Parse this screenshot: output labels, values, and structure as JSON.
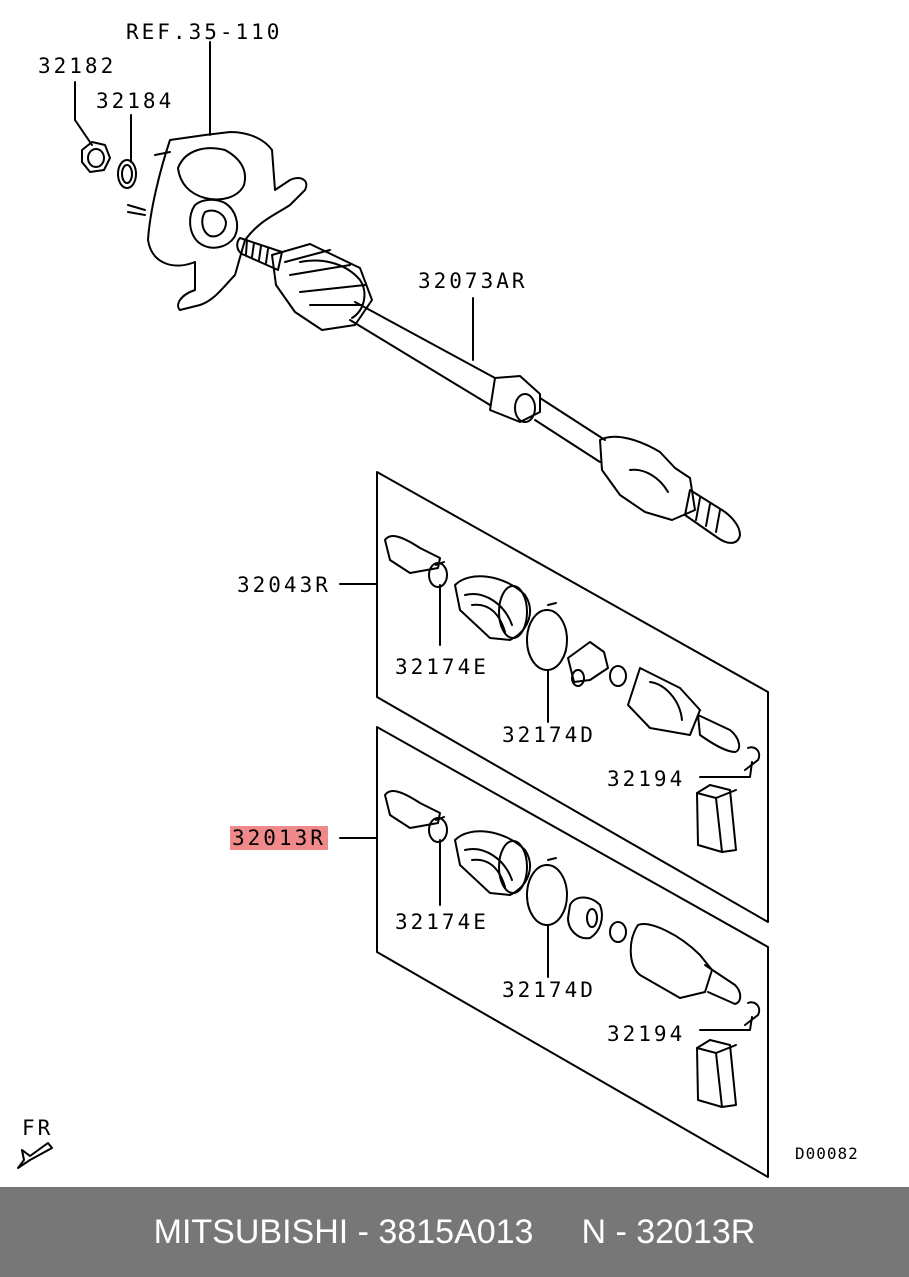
{
  "labels": {
    "ref": "REF.35-110",
    "p32182": "32182",
    "p32184": "32184",
    "p32073AR": "32073AR",
    "p32043R": "32043R",
    "p32174E_top": "32174E",
    "p32174D_top": "32174D",
    "p32194_top": "32194",
    "p32013R": "32013R",
    "p32174E_bottom": "32174E",
    "p32174D_bottom": "32174D",
    "p32194_bottom": "32194",
    "fr": "FR",
    "diagram_id": "D00082"
  },
  "footer": {
    "brand_part": "MITSUBISHI - 3815A013",
    "ref_number": "N - 32013R"
  },
  "colors": {
    "highlight": "#f08a8a",
    "footer_bg": "#777777"
  }
}
